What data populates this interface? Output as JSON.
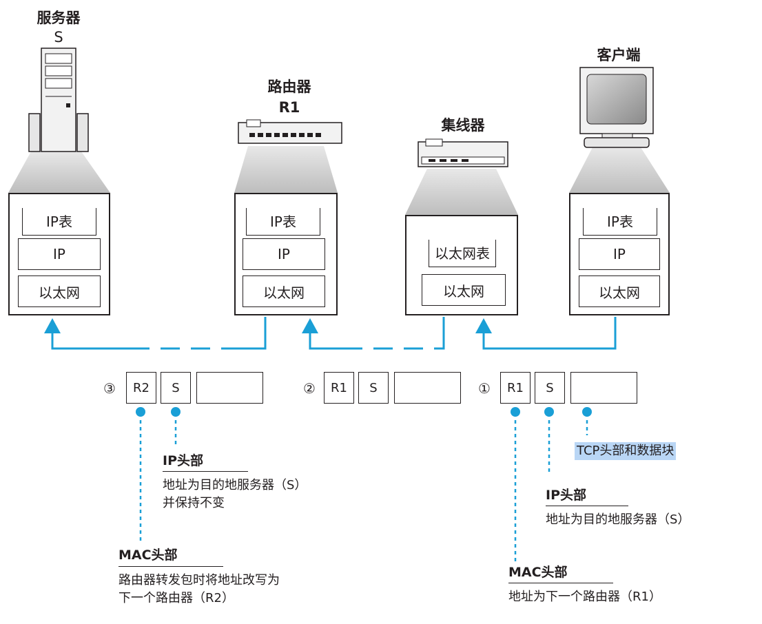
{
  "devices": {
    "server": {
      "title": "服务器",
      "subtitle": "S"
    },
    "router": {
      "title": "路由器",
      "subtitle": "R1"
    },
    "hub": {
      "title": "集线器"
    },
    "client": {
      "title": "客户端"
    }
  },
  "stacks": {
    "server": {
      "table": "IP表",
      "ip": "IP",
      "ethernet": "以太网"
    },
    "router": {
      "table": "IP表",
      "ip": "IP",
      "ethernet": "以太网"
    },
    "hub": {
      "table": "以太网表",
      "ethernet": "以太网"
    },
    "client": {
      "table": "IP表",
      "ip": "IP",
      "ethernet": "以太网"
    }
  },
  "packets": [
    {
      "number": "③",
      "mac": "R2",
      "ip": "S"
    },
    {
      "number": "②",
      "mac": "R1",
      "ip": "S"
    },
    {
      "number": "①",
      "mac": "R1",
      "ip": "S"
    }
  ],
  "notes": {
    "ip_header_left": {
      "title": "IP头部",
      "lines": [
        "地址为目的地服务器（S）",
        "并保持不变"
      ]
    },
    "mac_header_left": {
      "title": "MAC头部",
      "lines": [
        "路由器转发包时将地址改写为",
        "下一个路由器（R2）"
      ]
    },
    "tcp_label": "TCP头部和数据块",
    "ip_header_right": {
      "title": "IP头部",
      "lines": [
        "地址为目的地服务器（S）"
      ]
    },
    "mac_header_right": {
      "title": "MAC头部",
      "lines": [
        "地址为下一个路由器（R1）"
      ]
    }
  },
  "colors": {
    "accent": "#1a9fd6",
    "stroke": "#231f20",
    "highlight": "#b9d6f5"
  }
}
